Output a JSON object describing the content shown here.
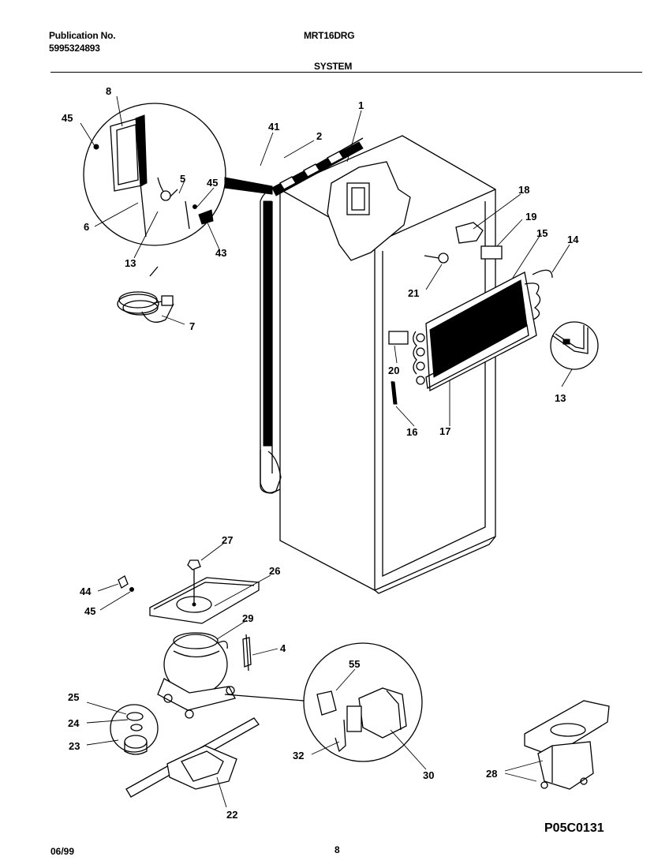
{
  "header": {
    "publication_label": "Publication No.",
    "publication_number": "5995324893",
    "model": "MRT16DRG",
    "section": "SYSTEM"
  },
  "footer": {
    "date": "06/99",
    "page": "8",
    "drawing_code": "P05C0131"
  },
  "callouts": [
    "1",
    "2",
    "4",
    "5",
    "6",
    "7",
    "8",
    "13",
    "13",
    "14",
    "15",
    "16",
    "17",
    "18",
    "19",
    "20",
    "21",
    "22",
    "23",
    "24",
    "25",
    "26",
    "27",
    "28",
    "29",
    "30",
    "32",
    "41",
    "43",
    "44",
    "45",
    "45",
    "45",
    "55"
  ]
}
